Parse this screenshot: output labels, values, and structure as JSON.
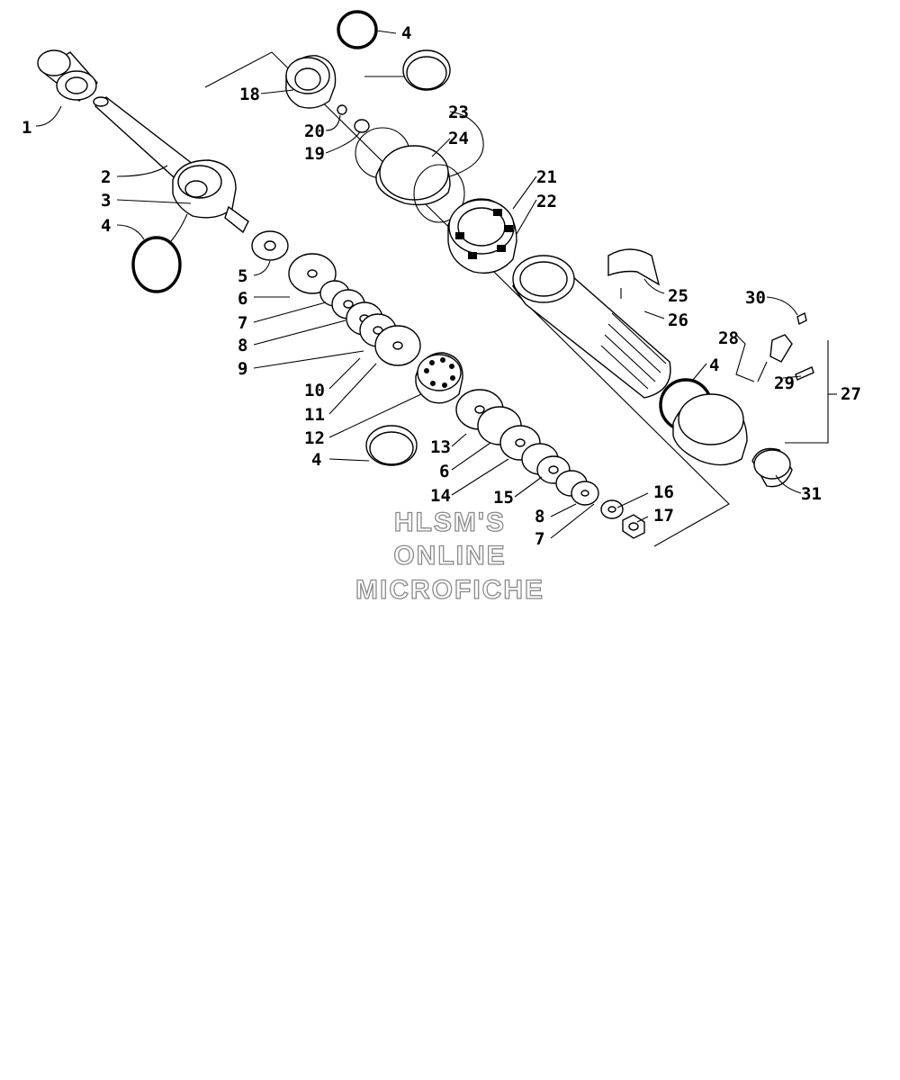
{
  "callouts": [
    {
      "id": "c1",
      "label": "1"
    },
    {
      "id": "c2",
      "label": "2"
    },
    {
      "id": "c3",
      "label": "3"
    },
    {
      "id": "c4a",
      "label": "4"
    },
    {
      "id": "c5",
      "label": "5"
    },
    {
      "id": "c6a",
      "label": "6"
    },
    {
      "id": "c7a",
      "label": "7"
    },
    {
      "id": "c8a",
      "label": "8"
    },
    {
      "id": "c9",
      "label": "9"
    },
    {
      "id": "c10",
      "label": "10"
    },
    {
      "id": "c11",
      "label": "11"
    },
    {
      "id": "c12",
      "label": "12"
    },
    {
      "id": "c4b",
      "label": "4"
    },
    {
      "id": "c13",
      "label": "13"
    },
    {
      "id": "c6b",
      "label": "6"
    },
    {
      "id": "c14",
      "label": "14"
    },
    {
      "id": "c15",
      "label": "15"
    },
    {
      "id": "c8b",
      "label": "8"
    },
    {
      "id": "c7b",
      "label": "7"
    },
    {
      "id": "c16",
      "label": "16"
    },
    {
      "id": "c17",
      "label": "17"
    },
    {
      "id": "c18",
      "label": "18"
    },
    {
      "id": "c4c",
      "label": "4"
    },
    {
      "id": "c20",
      "label": "20"
    },
    {
      "id": "c19",
      "label": "19"
    },
    {
      "id": "c23",
      "label": "23"
    },
    {
      "id": "c24",
      "label": "24"
    },
    {
      "id": "c21",
      "label": "21"
    },
    {
      "id": "c22",
      "label": "22"
    },
    {
      "id": "c25",
      "label": "25"
    },
    {
      "id": "c26",
      "label": "26"
    },
    {
      "id": "c4d",
      "label": "4"
    },
    {
      "id": "c30",
      "label": "30"
    },
    {
      "id": "c28",
      "label": "28"
    },
    {
      "id": "c29",
      "label": "29"
    },
    {
      "id": "c27",
      "label": "27"
    },
    {
      "id": "c31",
      "label": "31"
    }
  ],
  "watermark": {
    "line1": "HLSM'S",
    "line2": "ONLINE",
    "line3": "MICROFICHE"
  }
}
